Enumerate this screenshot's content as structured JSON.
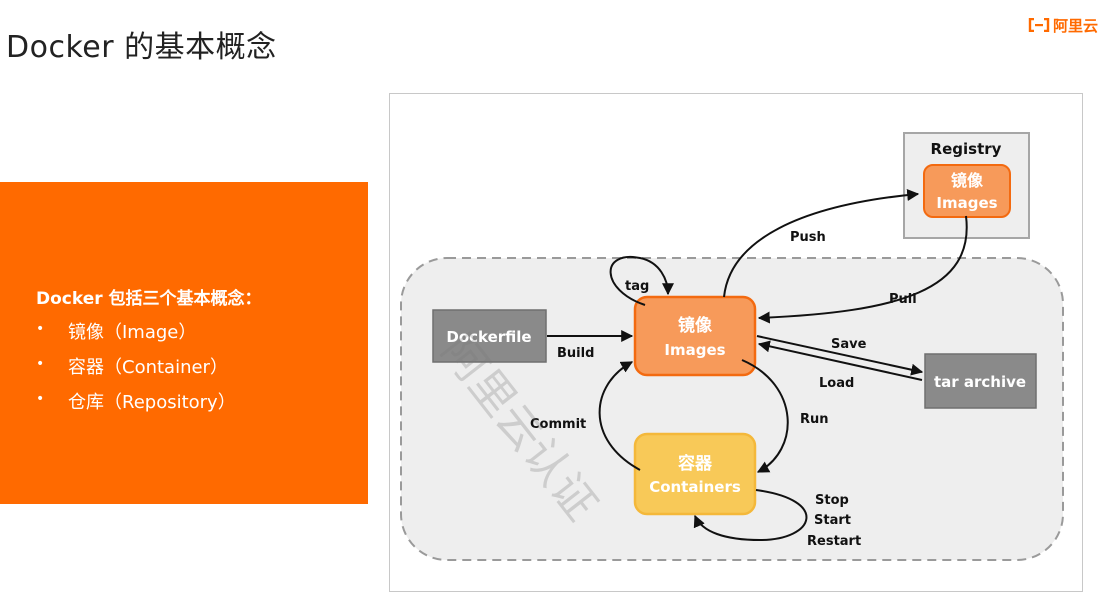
{
  "slide": {
    "title": "Docker 的基本概念",
    "logo_text": "阿里云"
  },
  "panel": {
    "heading": "Docker 包括三个基本概念：",
    "items": [
      {
        "bullet": "•",
        "label": "镜像（Image）"
      },
      {
        "bullet": "•",
        "label": "容器（Container）"
      },
      {
        "bullet": "•",
        "label": "仓库（Repository）"
      }
    ]
  },
  "diagram": {
    "registry": {
      "title": "Registry",
      "image_cn": "镜像",
      "image_en": "Images"
    },
    "images": {
      "cn": "镜像",
      "en": "Images"
    },
    "containers": {
      "cn": "容器",
      "en": "Containers"
    },
    "dockerfile": "Dockerfile",
    "tar_archive": "tar archive",
    "edges": {
      "tag": "tag",
      "build": "Build",
      "push": "Push",
      "pull": "Pull",
      "save": "Save",
      "load": "Load",
      "run": "Run",
      "commit": "Commit",
      "stop": "Stop",
      "start": "Start",
      "restart": "Restart"
    }
  },
  "watermark": "阿里云认证",
  "colors": {
    "brand_orange": "#ff6a00",
    "image_fill": "#f79a5a",
    "image_border": "#f36a10",
    "container_fill": "#f8c958",
    "container_border": "#f4b83a",
    "gray_box": "#8a8a8a"
  }
}
